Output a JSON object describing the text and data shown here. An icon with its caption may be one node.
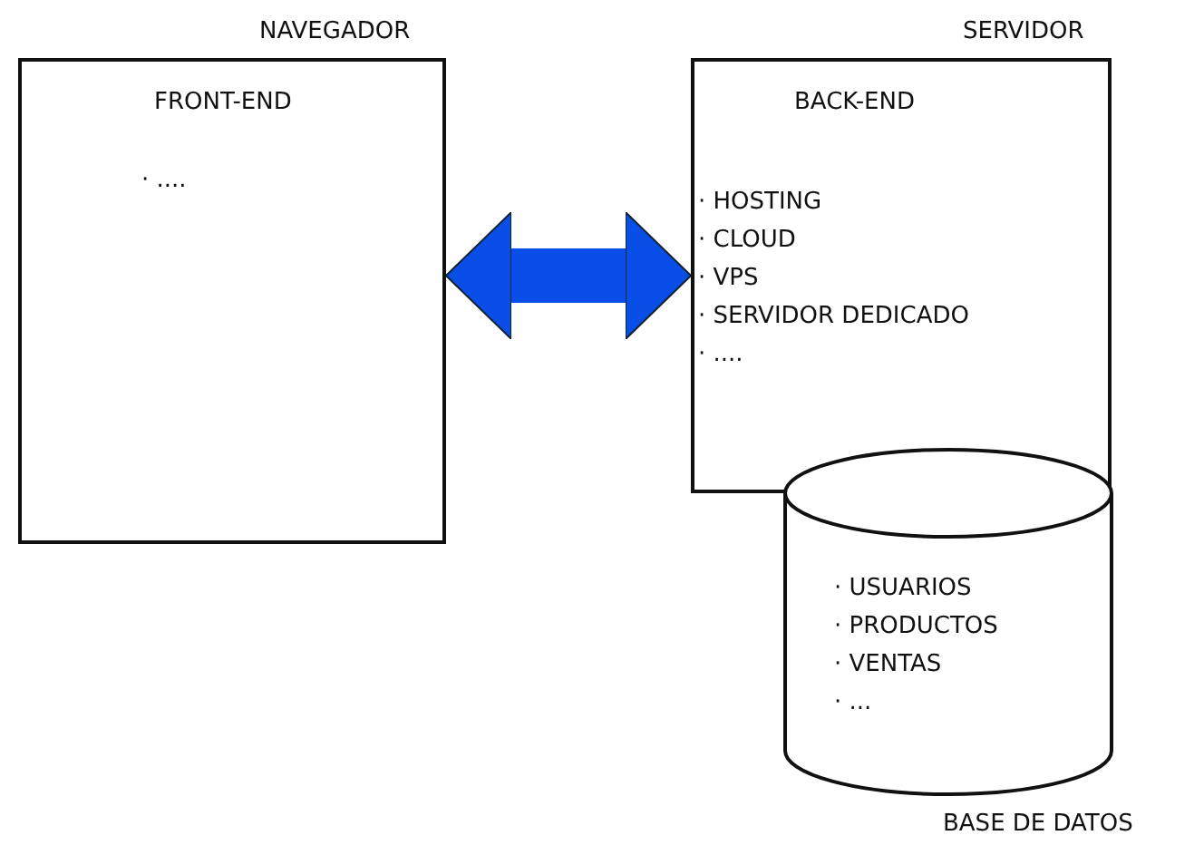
{
  "diagram": {
    "nodes": [
      {
        "text": [
          "NAVEGADOR",
          "FRONT-END",
          "· ...."
        ]
      },
      {
        "text": [
          "SERVIDOR",
          "BACK-END",
          "· HOSTING",
          "· CLOUD",
          "· VPS",
          "· SERVIDOR DEDICADO",
          "· ...."
        ]
      },
      {
        "text": [
          "· USUARIOS",
          "· PRODUCTOS",
          "· VENTAS",
          "· ...",
          "BASE DE DATOS"
        ]
      }
    ],
    "edges": [
      {
        "from": 0,
        "to": 1,
        "arrow": "both",
        "color": "#0a4ee8"
      }
    ]
  }
}
